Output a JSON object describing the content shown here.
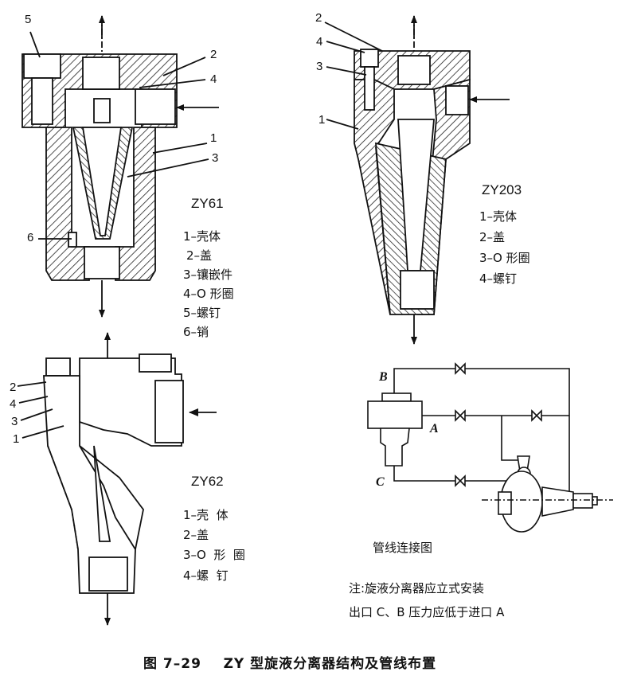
{
  "zy61": {
    "model": "ZY61",
    "legend": [
      "1–壳体",
      "2–盖",
      "3–镶嵌件",
      "4–O 形圈",
      "5–螺钉",
      "6–销"
    ],
    "callouts": [
      "5",
      "2",
      "4",
      "1",
      "3",
      "6"
    ]
  },
  "zy203": {
    "model": "ZY203",
    "legend": [
      "1–壳体",
      "2–盖",
      "3–O 形圈",
      "4–螺钉"
    ],
    "callouts": [
      "2",
      "4",
      "3",
      "1"
    ]
  },
  "zy62": {
    "model": "ZY62",
    "legend": [
      "1–壳  体",
      "2–盖",
      "3–O  形  圈",
      "4–螺  钉"
    ],
    "callouts": [
      "2",
      "4",
      "3",
      "1"
    ]
  },
  "piping": {
    "title": "管线连接图",
    "points": [
      "B",
      "A",
      "C"
    ],
    "note_line1": "注:旋液分离器应立式安装",
    "note_line2": "出口 C、B 压力应低于进口 A"
  },
  "caption": "图 7–29    ZY 型旋液分离器结构及管线布置",
  "colors": {
    "ink": "#111111",
    "paper": "#ffffff"
  }
}
